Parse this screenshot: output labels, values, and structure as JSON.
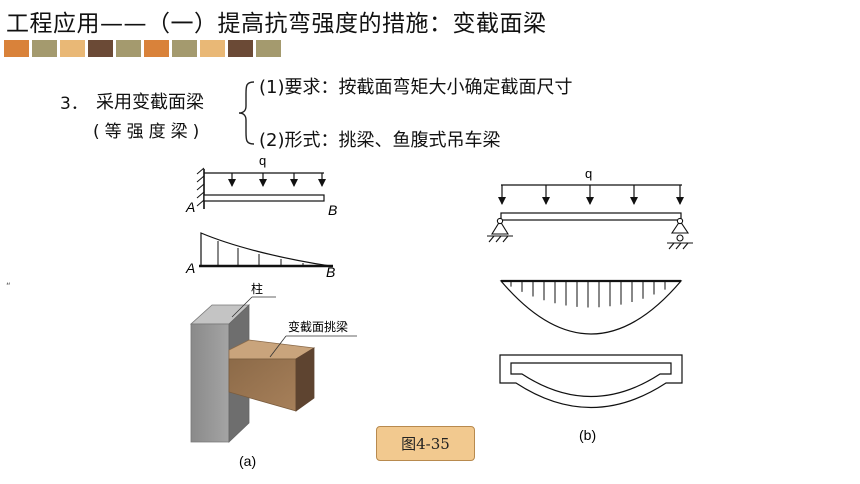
{
  "title": "工程应用——（一）提高抗弯强度的措施：变截面梁",
  "swatch_colors": [
    "#d9823a",
    "#a49a6e",
    "#e9b876",
    "#6b4a36",
    "#a49a6e",
    "#d9823a",
    "#a49a6e",
    "#e9b876",
    "#6b4a36",
    "#a49a6e"
  ],
  "item": {
    "number": "3．",
    "main": "采用变截面梁",
    "sub": "(等强度梁)",
    "requirement": "(1)要求：按截面弯矩大小确定截面尺寸",
    "form": "(2)形式：挑梁、鱼腹式吊车梁"
  },
  "quote_mark": "“",
  "fig_a": {
    "load_label": "q",
    "left_end": "A",
    "right_end": "B",
    "moment_left": "A",
    "moment_right": "B",
    "column_label": "柱",
    "beam_label": "变截面挑梁",
    "sublabel": "(a)"
  },
  "fig_b": {
    "load_label": "q",
    "sublabel": "(b)"
  },
  "caption": "图4-35"
}
